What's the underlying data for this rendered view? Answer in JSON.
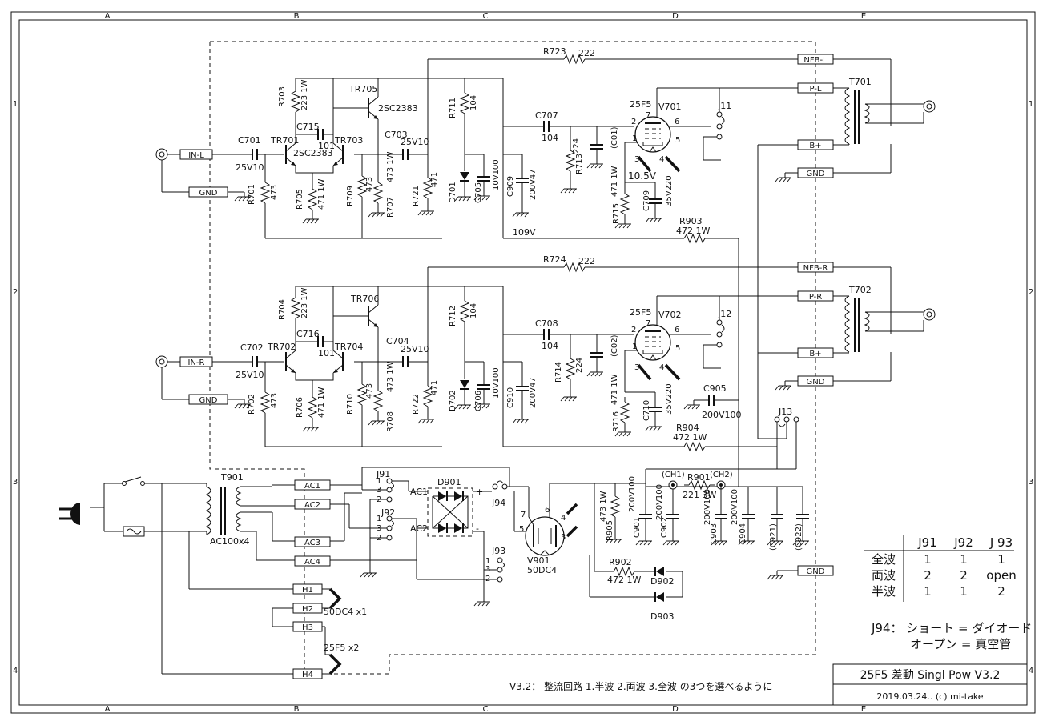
{
  "grid": {
    "columns": [
      "A",
      "B",
      "C",
      "D",
      "E"
    ],
    "rows": [
      "1",
      "2",
      "3",
      "4"
    ]
  },
  "connectors": {
    "in_l": "IN-L",
    "in_r": "IN-R",
    "gnd": "GND",
    "nfb_l": "NFB-L",
    "nfb_r": "NFB-R",
    "p_l": "P-L",
    "p_r": "P-R",
    "b_plus": "B+",
    "ac1": "AC1",
    "ac2": "AC2",
    "ac3": "AC3",
    "ac4": "AC4",
    "h1": "H1",
    "h2": "H2",
    "h3": "H3",
    "h4": "H4"
  },
  "parts_l": {
    "r723": "R723",
    "r723_v": "222",
    "tr705": "TR705",
    "tr705_t": "2SC2383",
    "r703": "R703",
    "r703_v": "223 1W",
    "c715": "C715",
    "c715_v": "101",
    "tr701": "TR701",
    "tr701_t": "2SC2383",
    "tr703": "TR703",
    "c701": "C701",
    "c701_v": "25V10",
    "c703": "C703",
    "c703_v": "25V10",
    "r701": "R701",
    "r701_v": "473",
    "r705": "R705",
    "r705_v": "471 1W",
    "r709": "R709",
    "r709_v": "473",
    "r707": "R707",
    "r707_v": "473 1W",
    "r721": "R721",
    "r721_v": "471",
    "r711": "R711",
    "r711_v": "104",
    "d701": "D701",
    "c705": "C705",
    "c705_v": "10V100",
    "c909": "C909",
    "c909_v": "200V47",
    "c707": "C707",
    "c707_v": "104",
    "r713": "R713",
    "r713_v": "224",
    "c01": "(C01)",
    "v701": "V701",
    "tube": "25F5",
    "r715": "R715",
    "r715_v": "471 1W",
    "c709": "C709",
    "c709_v": "35V220",
    "v_105": "10.5V",
    "v_109": "109V",
    "j11": "J11",
    "t701": "T701",
    "r903": "R903",
    "r903_v": "472 1W"
  },
  "parts_r": {
    "r724": "R724",
    "r724_v": "222",
    "tr706": "TR706",
    "r704": "R704",
    "r704_v": "223 1W",
    "c716": "C716",
    "c716_v": "101",
    "tr702": "TR702",
    "tr704": "TR704",
    "c702": "C702",
    "c702_v": "25V10",
    "c704": "C704",
    "c704_v": "25V10",
    "r702": "R702",
    "r702_v": "473",
    "r706": "R706",
    "r706_v": "471 1W",
    "r710": "R710",
    "r710_v": "473",
    "r708": "R708",
    "r708_v": "473 1W",
    "r722": "R722",
    "r722_v": "471",
    "r712": "R712",
    "r712_v": "104",
    "d702": "D702",
    "c706": "C706",
    "c706_v": "10V100",
    "c910": "C910",
    "c910_v": "200V47",
    "c708": "C708",
    "c708_v": "104",
    "r714": "R714",
    "r714_v": "224",
    "c02": "(C02)",
    "v702": "V702",
    "r716": "R716",
    "r716_v": "471 1W",
    "c710": "C710",
    "c710_v": "35V220",
    "j12": "J12",
    "t702": "T702",
    "c905": "C905",
    "c905_v": "200V100",
    "r904": "R904",
    "r904_v": "472 1W",
    "j13": "J13"
  },
  "power": {
    "t901": "T901",
    "ac100x4": "AC100x4",
    "j91": "J91",
    "j92": "J92",
    "j93": "J93",
    "j94": "J94",
    "d901": "D901",
    "ac1": "AC1",
    "ac2": "AC2",
    "plus": "+",
    "minus": "-",
    "v901": "V901",
    "v901_t": "50DC4",
    "r905": "R905",
    "r905_v": "473 1W",
    "c901": "C901",
    "c901_v": "200V100",
    "c902": "C902",
    "c902_v": "200V100",
    "c903": "C903",
    "c903_v": "200V100",
    "c904": "C904",
    "c904_v": "200V100",
    "c921": "(C921)",
    "c922": "(C922)",
    "ch1": "(CH1)",
    "ch2": "(CH2)",
    "r901": "R901",
    "r901_v": "221 3W",
    "r902": "R902",
    "r902_v": "472 1W",
    "d902": "D902",
    "d903": "D903",
    "heater1": "50DC4 x1",
    "heater2": "25F5 x2"
  },
  "pins": {
    "p1": "1",
    "p2": "2",
    "p3": "3",
    "p4": "4",
    "p5": "5",
    "p6": "6",
    "p7": "7"
  },
  "jumper_table": {
    "headers": [
      "",
      "J91",
      "J92",
      "J 93"
    ],
    "rows": [
      [
        "全波",
        "1",
        "1",
        "1"
      ],
      [
        "両波",
        "2",
        "2",
        "open"
      ],
      [
        "半波",
        "1",
        "1",
        "2"
      ]
    ]
  },
  "j94_note": {
    "line1": "J94： ショート = ダイオード",
    "line2": "オープン = 真空管"
  },
  "note": "V3.2：  整流回路  1.半波  2.両波  3.全波  の3つを選べるように",
  "title_block": {
    "title": "25F5 差動 Singl Pow  V3.2",
    "date": "2019.03.24..  (c) mi-take"
  }
}
